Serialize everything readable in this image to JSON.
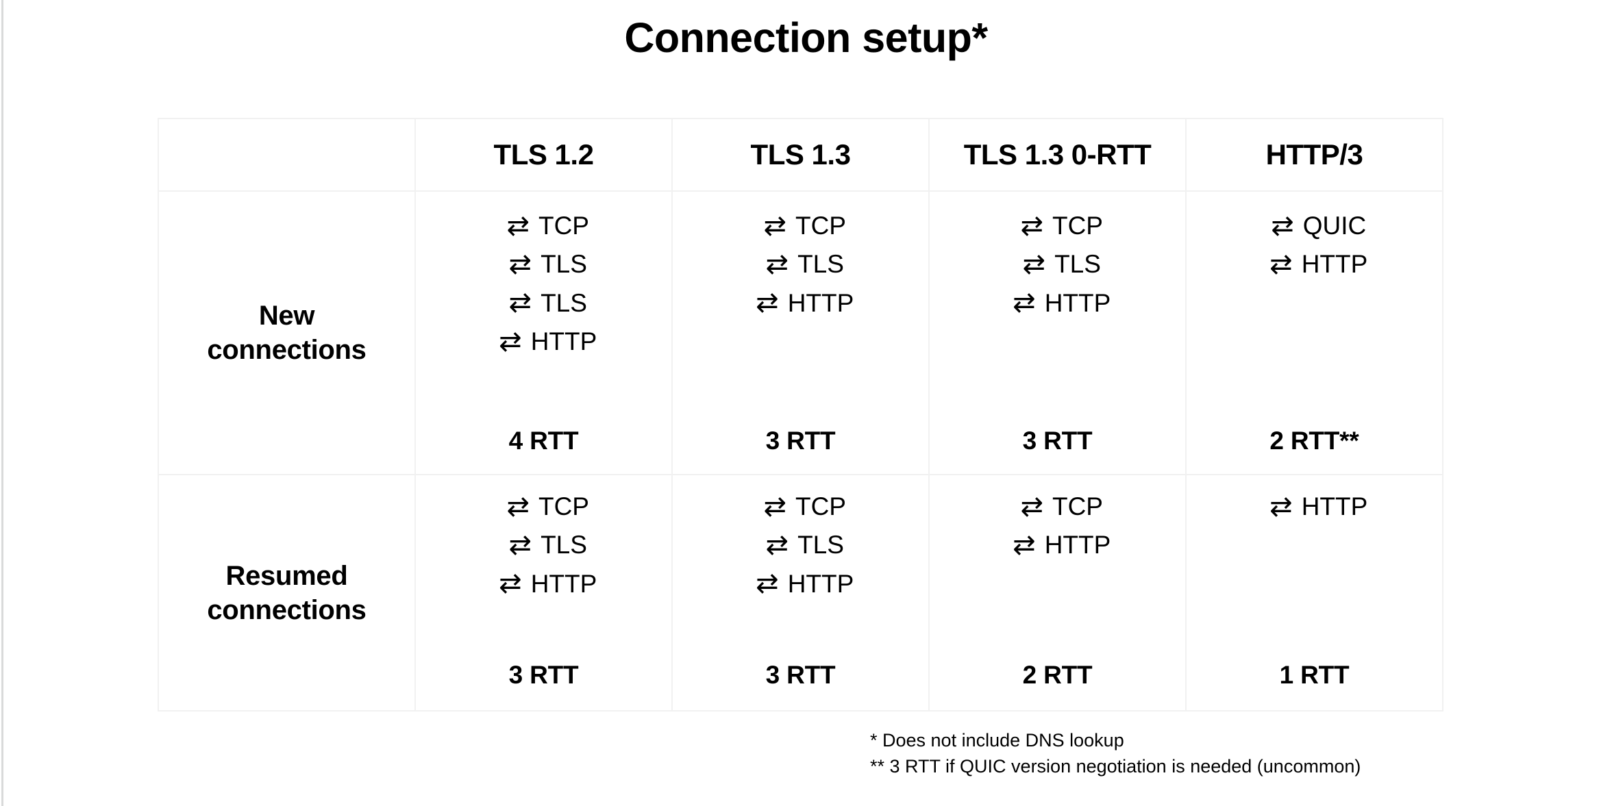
{
  "title": "Connection setup*",
  "arrow_glyph": "⇄",
  "colors": {
    "background": "#ffffff",
    "text": "#000000",
    "table_border": "#f1f1f1",
    "slide_edge": "#d9dada"
  },
  "table": {
    "corner_label": "",
    "column_headers": [
      "TLS 1.2",
      "TLS 1.3",
      "TLS 1.3 0-RTT",
      "HTTP/3"
    ],
    "rows": [
      {
        "label": "New\nconnections",
        "label_line1": "New",
        "label_line2": "connections",
        "cells": [
          {
            "steps": [
              "TCP",
              "TLS",
              "TLS",
              "HTTP"
            ],
            "rtt": "4 RTT"
          },
          {
            "steps": [
              "TCP",
              "TLS",
              "HTTP"
            ],
            "rtt": "3 RTT"
          },
          {
            "steps": [
              "TCP",
              "TLS",
              "HTTP"
            ],
            "rtt": "3 RTT"
          },
          {
            "steps": [
              "QUIC",
              "HTTP"
            ],
            "rtt": "2 RTT**"
          }
        ]
      },
      {
        "label": "Resumed\nconnections",
        "label_line1": "Resumed",
        "label_line2": "connections",
        "cells": [
          {
            "steps": [
              "TCP",
              "TLS",
              "HTTP"
            ],
            "rtt": "3 RTT"
          },
          {
            "steps": [
              "TCP",
              "TLS",
              "HTTP"
            ],
            "rtt": "3 RTT"
          },
          {
            "steps": [
              "TCP",
              "HTTP"
            ],
            "rtt": "2 RTT"
          },
          {
            "steps": [
              "HTTP"
            ],
            "rtt": "1 RTT"
          }
        ]
      }
    ]
  },
  "footnotes": [
    "* Does not include DNS lookup",
    "** 3 RTT if QUIC version negotiation is needed (uncommon)"
  ]
}
